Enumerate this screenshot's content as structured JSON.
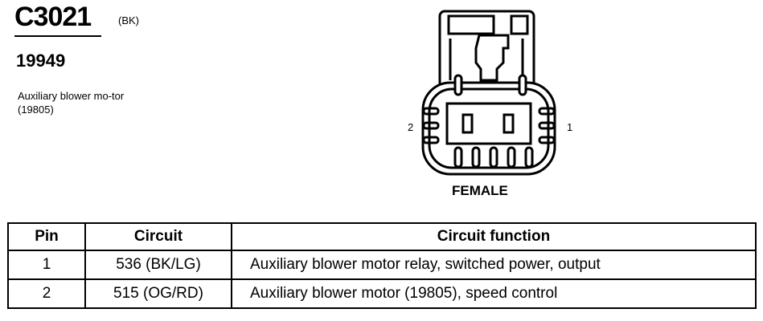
{
  "connector": {
    "id": "C3021",
    "color_code": "(BK)",
    "part_number": "19949",
    "description": "Auxiliary blower mo-tor (19805)"
  },
  "diagram": {
    "pin_left_label": "2",
    "pin_right_label": "1",
    "gender": "FEMALE"
  },
  "table": {
    "headers": [
      "Pin",
      "Circuit",
      "Circuit function"
    ],
    "rows": [
      {
        "pin": "1",
        "circuit": "536 (BK/LG)",
        "function": "Auxiliary blower motor relay, switched power, output"
      },
      {
        "pin": "2",
        "circuit": "515 (OG/RD)",
        "function": "Auxiliary blower motor (19805), speed control"
      }
    ]
  }
}
